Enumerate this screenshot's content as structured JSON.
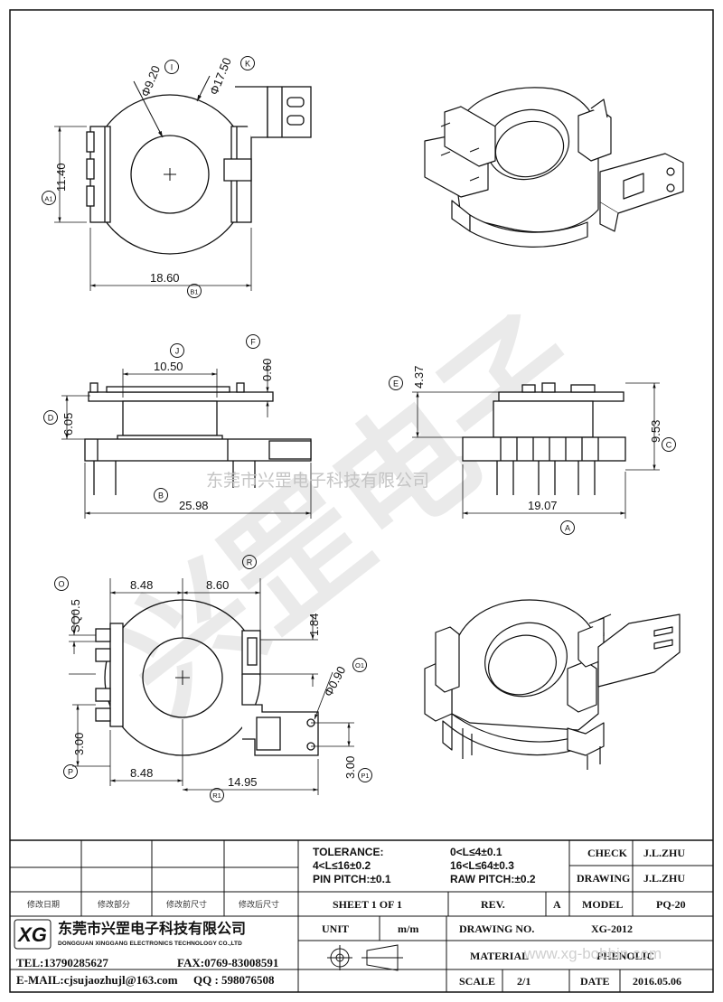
{
  "drawing": {
    "top": {
      "inner_dia": "Φ9.20",
      "outer_dia": "Φ17.50",
      "height": "11.40",
      "width": "18.60",
      "labels": {
        "i": "I",
        "k": "K",
        "a1": "A1",
        "b1": "B1"
      }
    },
    "side": {
      "top_width": "10.50",
      "flange": "0.60",
      "height": "6.05",
      "length": "25.98",
      "labels": {
        "j": "J",
        "f": "F",
        "d": "D",
        "b": "B"
      }
    },
    "front": {
      "top_h": "4.37",
      "height": "9.53",
      "width": "19.07",
      "labels": {
        "e": "E",
        "c": "C",
        "a": "A"
      }
    },
    "bottom": {
      "left_half": "8.48",
      "right_half": "8.60",
      "sq_pin": "SQ0.5",
      "pin_gap": "1.84",
      "hole_dia": "Φ0.90",
      "pitch_left": "3.00",
      "bottom_left": "8.48",
      "bottom_right": "14.95",
      "pitch_right": "3.00",
      "labels": {
        "o": "O",
        "r": "R",
        "o1": "O1",
        "p": "P",
        "r1": "R1",
        "p1": "P1"
      }
    },
    "watermark_company": "东莞市兴罡电子科技有限公司",
    "watermark_big": "兴罡电子"
  },
  "title_block": {
    "tolerance_label": "TOLERANCE:",
    "tol_1": "0<L≤4±0.1",
    "tol_2": "4<L≤16±0.2",
    "tol_3": "16<L≤64±0.3",
    "pin_pitch": "PIN PITCH:±0.1",
    "raw_pitch": "RAW PITCH:±0.2",
    "check_label": "CHECK",
    "check_value": "J.L.ZHU",
    "drawing_label": "DRAWING",
    "drawing_value": "J.L.ZHU",
    "rev_h1": "修改日期",
    "rev_h2": "修改部分",
    "rev_h3": "修改前尺寸",
    "rev_h4": "修改后尺寸",
    "sheet": "SHEET 1 OF 1",
    "rev_label": "REV.",
    "rev_value": "A",
    "model_label": "MODEL",
    "model_value": "PQ-20",
    "company_cn": "东莞市兴罡电子科技有限公司",
    "company_en": "DONGGUAN XINGGANG ELECTRONICS TECHNOLOGY CO.,LTD",
    "logo_letters": "XG",
    "tel": "TEL:13790285627",
    "fax": "FAX:0769-83008591",
    "email": "E-MAIL:cjsujaozhujl@163.com",
    "qq": "QQ : 598076508",
    "unit_label": "UNIT",
    "unit_value": "m/m",
    "drawing_no_label": "DRAWING NO.",
    "drawing_no_value": "XG-2012",
    "material_label": "MATERIAL",
    "material_value": "PHENOLIC",
    "scale_label": "SCALE",
    "scale_value": "2/1",
    "date_label": "DATE",
    "date_value": "2016.05.06",
    "site_watermark": "www.xg-bobbin.com"
  }
}
